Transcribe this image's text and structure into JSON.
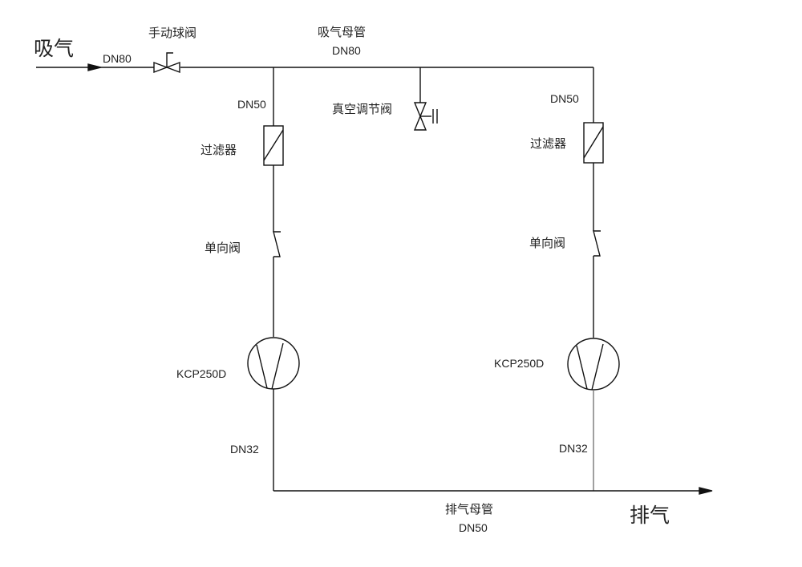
{
  "inlet": {
    "label": "吸气",
    "pipe": "DN80"
  },
  "manual_ball_valve": {
    "label": "手动球阀"
  },
  "suction_header": {
    "label": "吸气母管",
    "size": "DN80"
  },
  "vacuum_regulating_valve": {
    "label": "真空调节阀"
  },
  "branches": [
    {
      "pipe": "DN50",
      "filter": "过滤器",
      "check_valve": "单向阀",
      "pump": "KCP250D",
      "outlet_pipe": "DN32"
    },
    {
      "pipe": "DN50",
      "filter": "过滤器",
      "check_valve": "单向阀",
      "pump": "KCP250D",
      "outlet_pipe": "DN32"
    }
  ],
  "exhaust_header": {
    "label": "排气母管",
    "size": "DN50"
  },
  "outlet": {
    "label": "排气"
  },
  "colors": {
    "line": "#111111",
    "text": "#222222"
  }
}
